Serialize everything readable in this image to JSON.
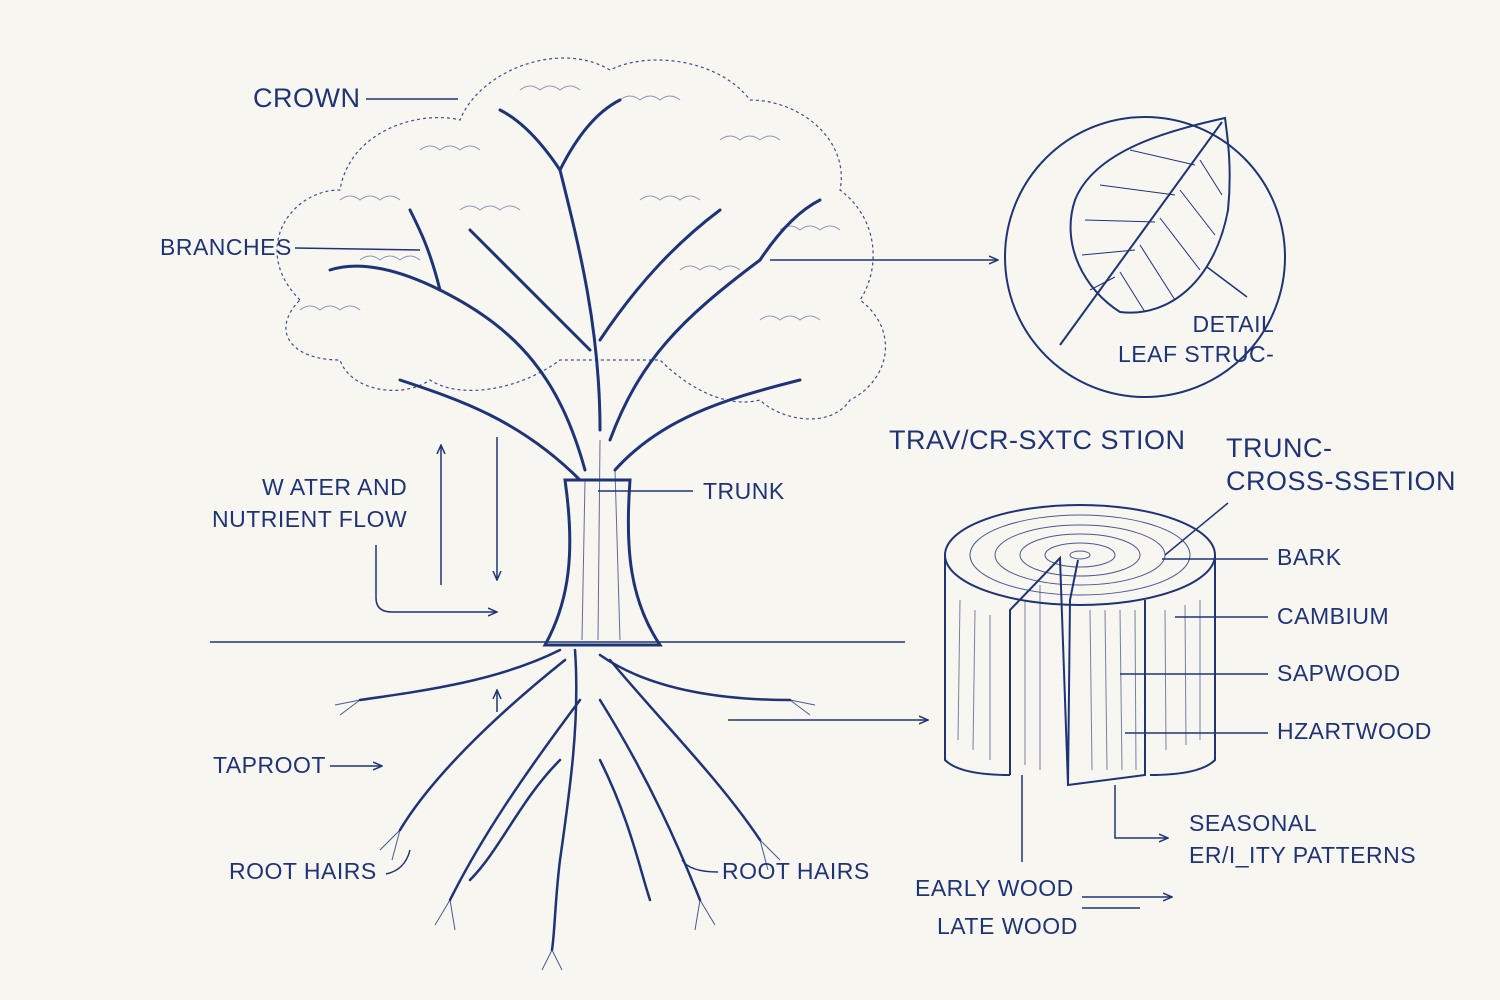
{
  "colors": {
    "ink": "#1f3477",
    "paper": "#f7f6f1",
    "foliage": "#3a4f8c"
  },
  "labels": {
    "crown": "CROWN",
    "branches": "BRANCHES",
    "water_flow": "W ATER AND\nNUTRIENT FLOW",
    "trunk": "TRUNK",
    "taproot": "TAPROOT",
    "root_hairs_left": "ROOT HAIRS",
    "root_hairs_right": "ROOT HAIRS",
    "leaf_detail": "DETAIL\nLEAF STRUC-",
    "transverse_section": "TRAV/CR-SXTC STION",
    "trunk_cross_section": "TRUNC-\nCROSS-SSETION",
    "bark": "BARK",
    "cambium": "CAMBIUM",
    "sapwood": "SAPWOOD",
    "heartwood": "HZARTWOOD",
    "seasonal": "SEASONAL\nER/I_ITY PATTERNS",
    "early_wood": "EARLY WOOD",
    "late_wood": "LATE WOOD"
  }
}
